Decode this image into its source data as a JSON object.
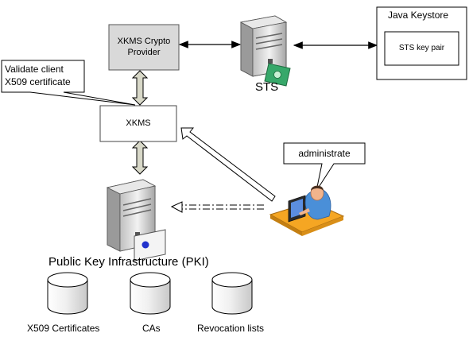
{
  "crypto_provider": {
    "line1": "XKMS Crypto",
    "line2": "Provider"
  },
  "sts": {
    "label": "STS"
  },
  "keystore": {
    "title": "Java Keystore",
    "key_pair": "STS key pair"
  },
  "callout_validate": {
    "line1": "Validate client",
    "line2": "X509 certificate"
  },
  "xkms": {
    "label": "XKMS"
  },
  "callout_admin": {
    "label": "administrate"
  },
  "pki": {
    "label": "Public Key Infrastructure (PKI)"
  },
  "stores": [
    {
      "label": "X509 Certificates"
    },
    {
      "label": "CAs"
    },
    {
      "label": "Revocation lists"
    }
  ],
  "colors": {
    "provider_fill": "#d9d9d9",
    "server_body": "#d9d9d9",
    "money_green": "#37a86a",
    "admin_shirt": "#4a8fd8",
    "admin_skin": "#f2b48c",
    "desk": "#f5a623",
    "cert_seal": "#2233cc"
  }
}
